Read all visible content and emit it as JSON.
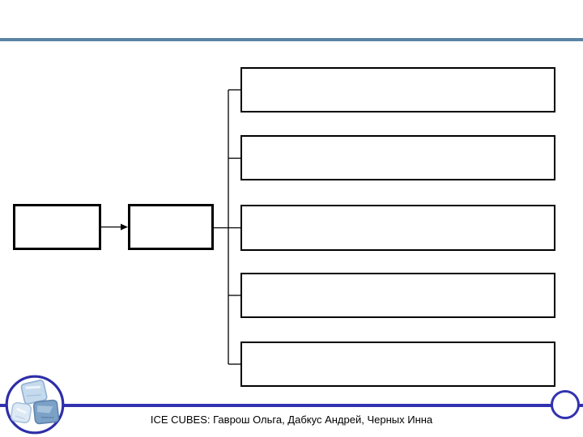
{
  "slide": {
    "footer": "ICE CUBES: Гаврош Ольга, Дабкус Андрей, Черных Инна"
  },
  "diagram": {
    "type": "flowchart",
    "left_boxes": [
      {
        "label": ""
      },
      {
        "label": ""
      }
    ],
    "right_boxes": [
      {
        "label": ""
      },
      {
        "label": ""
      },
      {
        "label": ""
      },
      {
        "label": ""
      },
      {
        "label": ""
      }
    ]
  },
  "icons": {
    "logo": "ice-cubes-logo",
    "end_cap": "circle-end-cap-icon"
  },
  "colors": {
    "background": "#ffffff",
    "top_rule": "#5b83a5",
    "bottom_rule": "#3232b0",
    "logo_ring": "#2e2ea8",
    "box_border": "#000000",
    "connector": "#000000",
    "footer_text": "#000000"
  }
}
